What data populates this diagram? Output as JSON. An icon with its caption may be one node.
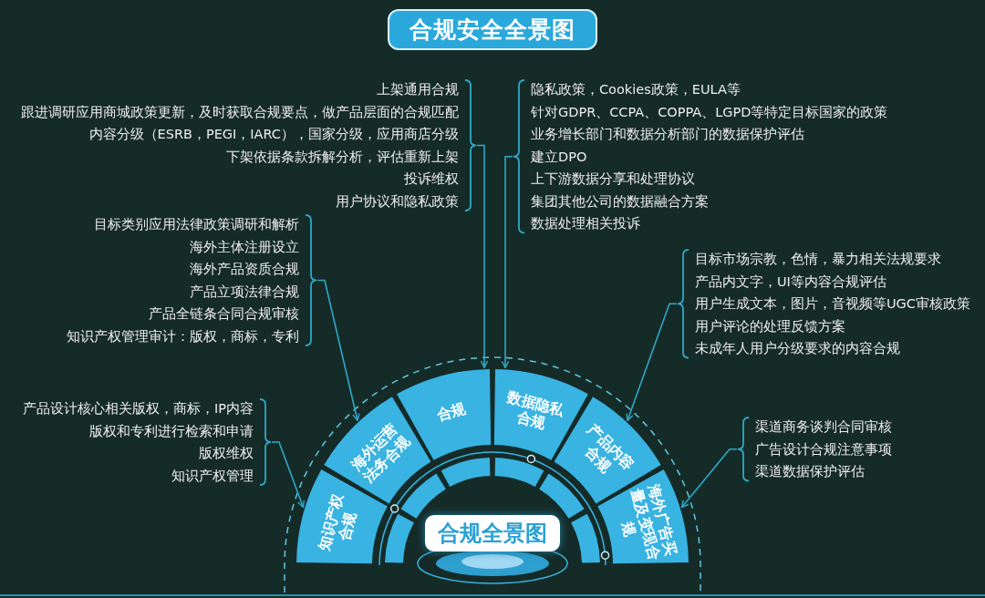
{
  "diagram": {
    "title": "合规安全全景图",
    "nodes": [
      {
        "text": [
          "上架通用合规",
          "跟进调研应用商城政策更新，及时获取合规要点，做产品层面的合规匹配",
          "内容分级（ESRB，PEGI，IARC），国家分级，应用商店分级",
          "下架依据条款拆解分析，评估重新上架",
          "投诉维权",
          "用户协议和隐私政策"
        ]
      },
      {
        "text": [
          "隐私政策，Cookies政策，EULA等",
          "针对GDPR、CCPA、COPPA、LGPD等特定目标国家的政策",
          "业务增长部门和数据分析部门的数据保护评估",
          "建立DPO",
          "上下游数据分享和处理协议",
          "集团其他公司的数据融合方案",
          "数据处理相关投诉"
        ]
      },
      {
        "text": [
          "目标类别应用法律政策调研和解析",
          "海外主体注册设立",
          "海外产品资质合规",
          "产品立项法律合规",
          "产品全链条合同合规审核",
          "知识产权管理审计：版权，商标，专利"
        ]
      },
      {
        "text": [
          "目标市场宗教，色情，暴力相关法规要求",
          "产品内文字，UI等内容合规评估",
          "用户生成文本，图片，音视频等UGC审核政策",
          "用户评论的处理反馈方案",
          "未成年人用户分级要求的内容合规"
        ]
      },
      {
        "text": [
          "产品设计核心相关版权，商标，IP内容",
          "版权和专利进行检索和申请",
          "版权维权",
          "知识产权管理"
        ]
      },
      {
        "text": [
          "渠道商务谈判合同审核",
          "广告设计合规注意事项",
          "渠道数据保护评估"
        ]
      },
      {
        "text": [
          "知识产权合规"
        ]
      },
      {
        "text": [
          "海外运营法务合规"
        ]
      },
      {
        "text": [
          "合规"
        ]
      },
      {
        "text": [
          "数据隐私合规"
        ]
      },
      {
        "text": [
          "产品内容合规"
        ]
      },
      {
        "text": [
          "海外广告买量及变现合规"
        ]
      },
      {
        "text": [
          "合规全景图"
        ]
      }
    ],
    "edges": [
      {
        "from": 0,
        "to": 8,
        "arrow": "to"
      },
      {
        "from": 1,
        "to": 9,
        "arrow": "to"
      },
      {
        "from": 2,
        "to": 7,
        "arrow": "to"
      },
      {
        "from": 3,
        "to": 10,
        "arrow": "to"
      },
      {
        "from": 4,
        "to": 6,
        "arrow": "to"
      },
      {
        "from": 5,
        "to": 11,
        "arrow": "to"
      }
    ]
  }
}
